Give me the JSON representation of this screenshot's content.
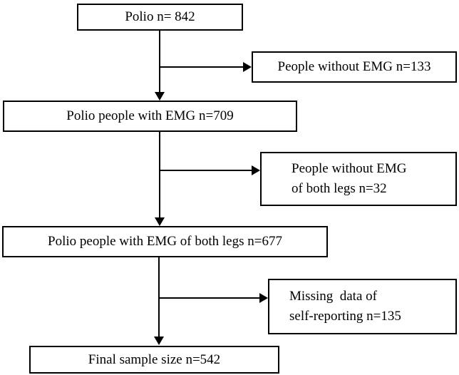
{
  "diagram": {
    "type": "flowchart",
    "background_color": "#ffffff",
    "box_border_color": "#000000",
    "text_color": "#000000",
    "line_color": "#000000",
    "main_flow": [
      {
        "label": "Polio n= 842"
      },
      {
        "label": "Polio people with EMG n=709"
      },
      {
        "label": "Polio people with EMG of both legs n=677"
      },
      {
        "label": "Final sample size n=542"
      }
    ],
    "exclusions": [
      {
        "label": "People without EMG n=133"
      },
      {
        "label": "People without EMG\nof both legs n=32"
      },
      {
        "label": "Missing  data of\nself-reporting n=135"
      }
    ]
  }
}
